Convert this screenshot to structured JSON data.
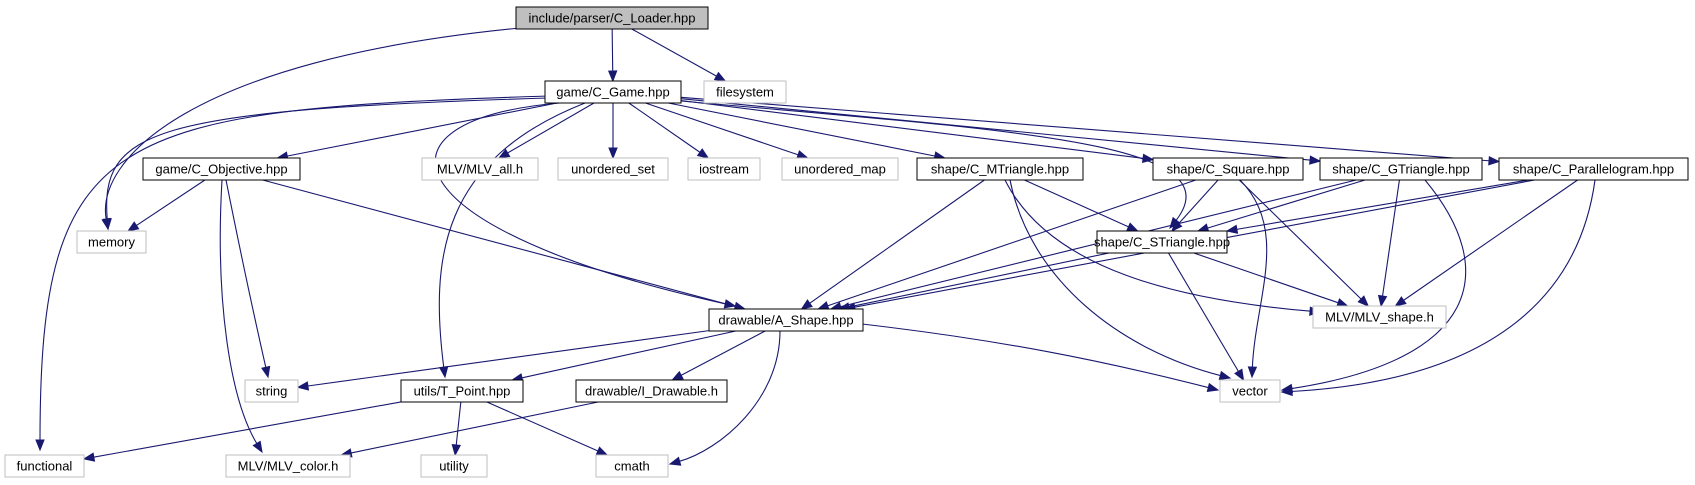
{
  "graph": {
    "colors": {
      "edge": "#191970",
      "root_fill": "#bfbfbf",
      "root_stroke": "#000000",
      "project_fill": "#ffffff",
      "project_stroke": "#000000",
      "external_fill": "#ffffff",
      "external_stroke": "#bfbfbf",
      "text": "#000000",
      "external_text": "#000000"
    },
    "nodes": [
      {
        "id": "loader",
        "label": "include/parser/C_Loader.hpp",
        "kind": "root"
      },
      {
        "id": "game",
        "label": "game/C_Game.hpp",
        "kind": "project"
      },
      {
        "id": "filesystem",
        "label": "filesystem",
        "kind": "external"
      },
      {
        "id": "objective",
        "label": "game/C_Objective.hpp",
        "kind": "project"
      },
      {
        "id": "mlvall",
        "label": "MLV/MLV_all.h",
        "kind": "external"
      },
      {
        "id": "uset",
        "label": "unordered_set",
        "kind": "external"
      },
      {
        "id": "iostream",
        "label": "iostream",
        "kind": "external"
      },
      {
        "id": "umap",
        "label": "unordered_map",
        "kind": "external"
      },
      {
        "id": "mtri",
        "label": "shape/C_MTriangle.hpp",
        "kind": "project"
      },
      {
        "id": "square",
        "label": "shape/C_Square.hpp",
        "kind": "project"
      },
      {
        "id": "gtri",
        "label": "shape/C_GTriangle.hpp",
        "kind": "project"
      },
      {
        "id": "para",
        "label": "shape/C_Parallelogram.hpp",
        "kind": "project"
      },
      {
        "id": "memory",
        "label": "memory",
        "kind": "external"
      },
      {
        "id": "stri",
        "label": "shape/C_STriangle.hpp",
        "kind": "project"
      },
      {
        "id": "ashape",
        "label": "drawable/A_Shape.hpp",
        "kind": "project"
      },
      {
        "id": "mlvshape",
        "label": "MLV/MLV_shape.h",
        "kind": "external"
      },
      {
        "id": "string",
        "label": "string",
        "kind": "external"
      },
      {
        "id": "tpoint",
        "label": "utils/T_Point.hpp",
        "kind": "project"
      },
      {
        "id": "idrawable",
        "label": "drawable/I_Drawable.h",
        "kind": "project"
      },
      {
        "id": "vector",
        "label": "vector",
        "kind": "external"
      },
      {
        "id": "functional",
        "label": "functional",
        "kind": "external"
      },
      {
        "id": "mlvcolor",
        "label": "MLV/MLV_color.h",
        "kind": "external"
      },
      {
        "id": "utility",
        "label": "utility",
        "kind": "external"
      },
      {
        "id": "cmath",
        "label": "cmath",
        "kind": "external"
      }
    ],
    "edges": [
      {
        "from": "loader",
        "to": "game"
      },
      {
        "from": "loader",
        "to": "filesystem"
      },
      {
        "from": "loader",
        "to": "memory"
      },
      {
        "from": "game",
        "to": "objective"
      },
      {
        "from": "game",
        "to": "mlvall"
      },
      {
        "from": "game",
        "to": "uset"
      },
      {
        "from": "game",
        "to": "iostream"
      },
      {
        "from": "game",
        "to": "umap"
      },
      {
        "from": "game",
        "to": "mtri"
      },
      {
        "from": "game",
        "to": "square"
      },
      {
        "from": "game",
        "to": "gtri"
      },
      {
        "from": "game",
        "to": "para"
      },
      {
        "from": "game",
        "to": "memory"
      },
      {
        "from": "game",
        "to": "functional"
      },
      {
        "from": "game",
        "to": "ashape"
      },
      {
        "from": "game",
        "to": "tpoint"
      },
      {
        "from": "game",
        "to": "stri"
      },
      {
        "from": "objective",
        "to": "memory"
      },
      {
        "from": "objective",
        "to": "ashape"
      },
      {
        "from": "objective",
        "to": "string"
      },
      {
        "from": "objective",
        "to": "mlvcolor"
      },
      {
        "from": "mtri",
        "to": "ashape"
      },
      {
        "from": "mtri",
        "to": "stri"
      },
      {
        "from": "mtri",
        "to": "vector"
      },
      {
        "from": "mtri",
        "to": "mlvshape"
      },
      {
        "from": "square",
        "to": "ashape"
      },
      {
        "from": "square",
        "to": "stri"
      },
      {
        "from": "square",
        "to": "vector"
      },
      {
        "from": "square",
        "to": "mlvshape"
      },
      {
        "from": "gtri",
        "to": "ashape"
      },
      {
        "from": "gtri",
        "to": "stri"
      },
      {
        "from": "gtri",
        "to": "mlvshape"
      },
      {
        "from": "gtri",
        "to": "vector"
      },
      {
        "from": "para",
        "to": "stri"
      },
      {
        "from": "para",
        "to": "ashape"
      },
      {
        "from": "para",
        "to": "mlvshape"
      },
      {
        "from": "para",
        "to": "vector"
      },
      {
        "from": "stri",
        "to": "ashape"
      },
      {
        "from": "stri",
        "to": "mlvshape"
      },
      {
        "from": "stri",
        "to": "vector"
      },
      {
        "from": "ashape",
        "to": "string"
      },
      {
        "from": "ashape",
        "to": "tpoint"
      },
      {
        "from": "ashape",
        "to": "idrawable"
      },
      {
        "from": "ashape",
        "to": "vector"
      },
      {
        "from": "ashape",
        "to": "cmath"
      },
      {
        "from": "tpoint",
        "to": "functional"
      },
      {
        "from": "tpoint",
        "to": "utility"
      },
      {
        "from": "tpoint",
        "to": "cmath"
      },
      {
        "from": "idrawable",
        "to": "mlvcolor"
      }
    ]
  }
}
